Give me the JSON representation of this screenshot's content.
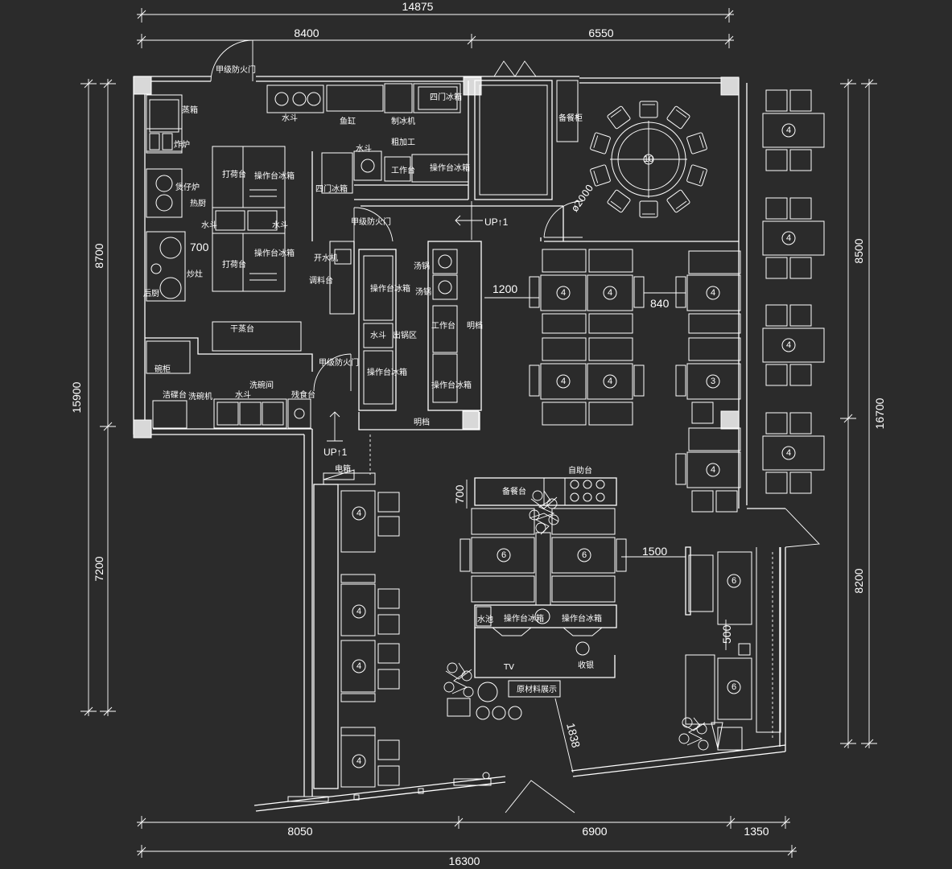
{
  "dimensions": {
    "top_total": "14875",
    "top_left": "8400",
    "top_right": "6550",
    "bottom_left": "8050",
    "bottom_mid": "6900",
    "bottom_right": "1350",
    "bottom_total": "16300",
    "left_total": "15900",
    "left_upper": "8700",
    "left_lower": "7200",
    "right_total": "16700",
    "right_upper": "8500",
    "right_lower": "8200",
    "spacing_700_kitchen": "700",
    "spacing_1200": "1200",
    "spacing_840": "840",
    "spacing_700_buffet": "700",
    "spacing_1500": "1500",
    "spacing_500": "500",
    "spacing_1838": "1838",
    "round_table_diameter": "ø2000"
  },
  "labels": {
    "fire_door_top": "甲级防火门",
    "fire_door_mid": "甲级防火门",
    "fire_door_low": "甲级防火门",
    "steam_box": "蒸箱",
    "fryer": "炸炉",
    "pasta_stove": "煲仔炉",
    "hot_kitchen": "热厨",
    "stir_fry": "炒灶",
    "back_kitchen": "后厨",
    "sink_top": "水斗",
    "sink_prep": "水斗",
    "sink_mid_left": "水斗",
    "sink_mid_right": "水斗",
    "sink_wash": "水斗",
    "sink_pass": "水斗",
    "fish_tank": "鱼缸",
    "ice_maker": "制冰机",
    "four_door_fridge_top": "四门冰箱",
    "four_door_fridge_prep": "四门冰箱",
    "rough_processing": "粗加工",
    "work_table_prep": "工作台",
    "op_fridge_prep": "操作台冰箱",
    "meal_prep_cabinet": "备餐柜",
    "pack_table_1": "打荷台",
    "pack_table_2": "打荷台",
    "op_fridge_k1": "操作台冰箱",
    "op_fridge_k2": "操作台冰箱",
    "water_boiler": "开水机",
    "seasoning_table": "调料台",
    "op_fridge_pass_1": "操作台冰箱",
    "op_fridge_pass_2": "操作台冰箱",
    "dish_out_area": "出锅区",
    "soup_pot_1": "汤锅",
    "soup_pot_2": "汤锅",
    "work_table_soup": "工作台",
    "open_range_1": "明档",
    "open_range_2": "明档",
    "op_fridge_soup": "操作台冰箱",
    "dry_steam_table": "干蒸台",
    "bowl_cabinet": "碗柜",
    "clean_dish_table": "洁碟台",
    "dishwasher": "洗碗机",
    "dishwashing_room": "洗碗间",
    "leftover_table": "残食台",
    "electric_box": "电箱",
    "buffet_table": "自助台",
    "meal_prep_table": "备餐台",
    "water_pool": "水池",
    "op_fridge_b1": "操作台冰箱",
    "op_fridge_b2": "操作台冰箱",
    "tv": "TV",
    "cashier": "收银",
    "ingredient_display": "原材料展示",
    "up_1": "UP↑1",
    "up_2": "UP↑1"
  },
  "tables": {
    "t_r1a": "4",
    "t_r1b": "4",
    "t_r1c": "4",
    "t_r2a": "4",
    "t_r2b": "4",
    "t_r2c": "3",
    "t_r3": "4",
    "t_w1": "4",
    "t_w2": "4",
    "t_w3": "4",
    "t_w4": "4",
    "t_l1": "4",
    "t_l2": "4",
    "t_l3": "4",
    "t_l4": "4",
    "t_b1": "6",
    "t_b2": "6",
    "t_e1": "6",
    "t_e2": "6",
    "round": "10"
  }
}
